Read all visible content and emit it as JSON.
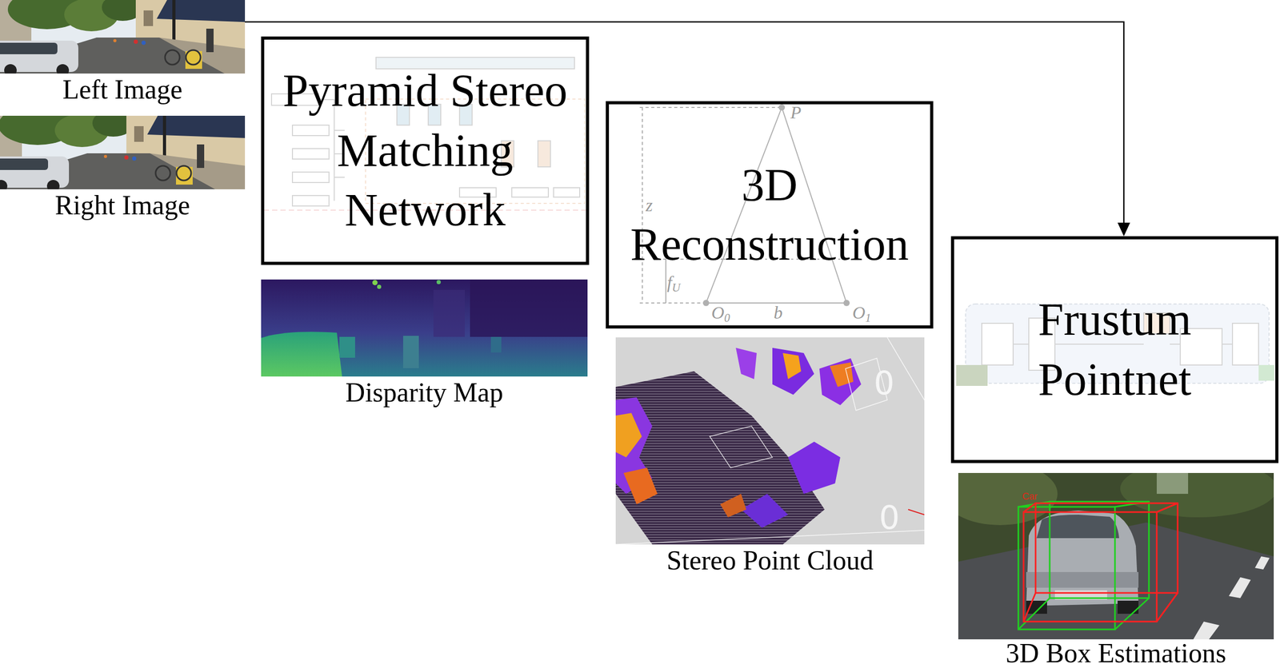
{
  "diagram": {
    "nodes": [
      {
        "text": [
          "Left Image"
        ]
      },
      {
        "text": [
          "Right Image"
        ]
      },
      {
        "text": [
          "Pyramid Stereo Matching Network"
        ]
      },
      {
        "text": [
          "Disparity Map"
        ]
      },
      {
        "text": [
          "3D Reconstruction"
        ]
      },
      {
        "text": [
          "Stereo Point Cloud"
        ]
      },
      {
        "text": [
          "Frustum Pointnet"
        ]
      },
      {
        "text": [
          "3D Box Estimations"
        ]
      }
    ],
    "edges": [
      {
        "from": 0,
        "to": 6,
        "arrow": "to"
      }
    ],
    "labels": [
      "P",
      "z",
      "fU",
      "O0",
      "b",
      "O1",
      "0",
      "0",
      "Car"
    ]
  }
}
